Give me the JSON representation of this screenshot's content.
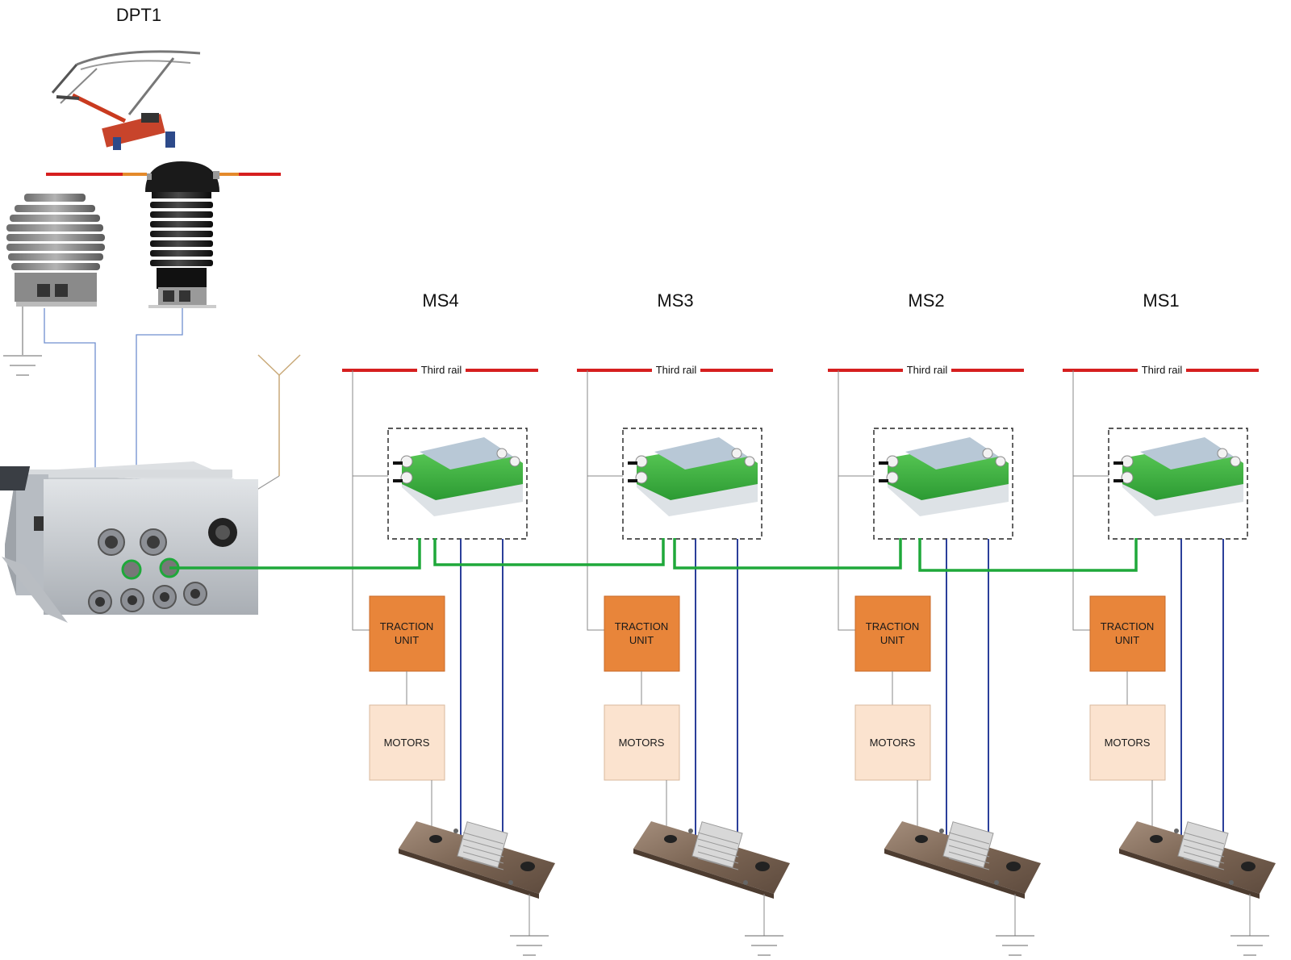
{
  "system_label": "DPT1",
  "rail_label": "Third rail",
  "traction_label": [
    "TRACTION",
    "UNIT"
  ],
  "motors_label": "MOTORS",
  "stations": [
    {
      "id": "ms4",
      "label": "MS4"
    },
    {
      "id": "ms3",
      "label": "MS3"
    },
    {
      "id": "ms2",
      "label": "MS2"
    },
    {
      "id": "ms1",
      "label": "MS1"
    }
  ],
  "colors": {
    "rail": "#d61f1f",
    "data_link": "#1fa83a",
    "sense_wire": "#2b3f9a",
    "signal_wire": "#6f8fcf",
    "traction_fill": "#e8853a",
    "motors_fill": "#fbe3cf",
    "module_green": "#39b54a"
  }
}
